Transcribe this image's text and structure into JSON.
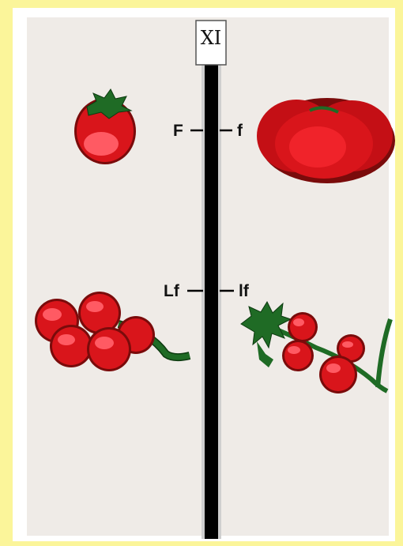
{
  "chromosome": {
    "centromere_symbol": "XI",
    "loci": [
      {
        "left_allele": "F",
        "right_allele": "f"
      },
      {
        "left_allele": "Lf",
        "right_allele": "lf"
      }
    ]
  },
  "colors": {
    "tomato_red": "#d9151b",
    "tomato_highlight": "#ff5a63",
    "leaf_green": "#1f6b25",
    "chromosome": "#000000",
    "panel_bg": "#efebe7",
    "page_border": "#fbf59a"
  },
  "illustrations": [
    "small-round-tomato",
    "large-flat-tomato",
    "cherry-tomato-cluster-dense",
    "cherry-tomato-cluster-sparse"
  ]
}
